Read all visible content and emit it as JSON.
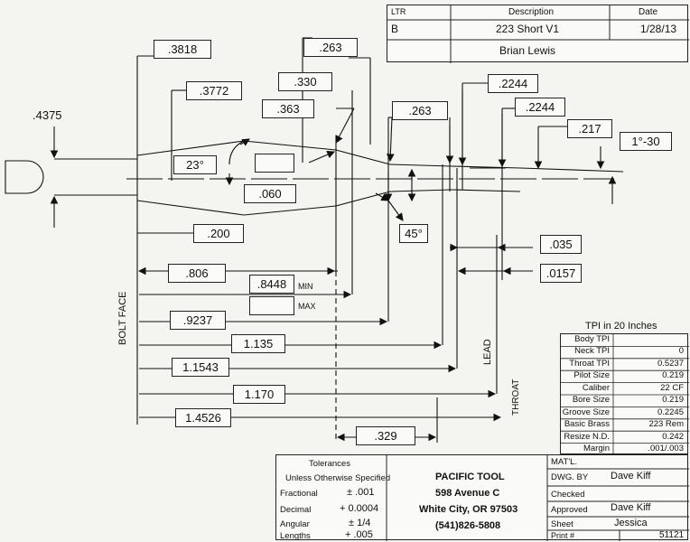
{
  "revision": {
    "headers": {
      "ltr": "LTR",
      "description": "Description",
      "date": "Date"
    },
    "letter": "B",
    "description": "223 Short V1",
    "date": "1/28/13",
    "author": "Brian Lewis"
  },
  "dims": {
    "d4375": ".4375",
    "d3818": ".3818",
    "d3772": ".3772",
    "d263a": ".263",
    "d330": ".330",
    "d363": ".363",
    "d263b": ".263",
    "d2244a": ".2244",
    "d2244b": ".2244",
    "d217": ".217",
    "d1deg30": "1°-30",
    "d23deg": "23°",
    "d060": ".060",
    "d45deg": "45°",
    "d200": ".200",
    "d035": ".035",
    "d0157": ".0157",
    "d806": ".806",
    "d8448": ".8448",
    "min": "MIN",
    "max": "MAX",
    "d9237": ".9237",
    "d1135": "1.135",
    "d11543": "1.1543",
    "d1170": "1.170",
    "d14526": "1.4526",
    "d329": ".329"
  },
  "side_labels": {
    "bolt_face": "BOLT FACE",
    "lead": "LEAD",
    "throat": "THROAT"
  },
  "tpi": {
    "title": "TPI in 20 Inches",
    "rows": [
      {
        "label": "Body TPI",
        "value": ""
      },
      {
        "label": "Neck TPI",
        "value": "0"
      },
      {
        "label": "Throat TPI",
        "value": "0.5237"
      },
      {
        "label": "Pilot Size",
        "value": "0.219"
      },
      {
        "label": "Caliber",
        "value": "22 CF"
      },
      {
        "label": "Bore Size",
        "value": "0.219"
      },
      {
        "label": "Groove Size",
        "value": "0.2245"
      },
      {
        "label": "Basic Brass",
        "value": "223 Rem"
      },
      {
        "label": "Resize N.D.",
        "value": "0.242"
      },
      {
        "label": "Margin",
        "value": ".001/.003"
      }
    ]
  },
  "tolerances": {
    "title": "Tolerances",
    "subtitle": "Unless Otherwise Specified",
    "rows": [
      {
        "label": "Fractional",
        "value": "± .001"
      },
      {
        "label": "Decimal",
        "value": "+ 0.0004"
      },
      {
        "label": "Angular",
        "value": "± 1/4"
      },
      {
        "label": "Lengths",
        "value": "+ .005"
      }
    ]
  },
  "company": {
    "name": "PACIFIC TOOL",
    "street": "598 Avenue C",
    "city": "White City, OR 97503",
    "phone": "(541)826-5808"
  },
  "info": {
    "matl_label": "MAT'L.",
    "dwg_by_label": "DWG. BY",
    "dwg_by_value": "Dave Kiff",
    "checked_label": "Checked",
    "approved_label": "Approved",
    "approved_value": "Dave Kiff",
    "sheet_label": "Sheet",
    "sheet_value": "Jessica",
    "print_label": "Print #",
    "print_value": "51121"
  }
}
